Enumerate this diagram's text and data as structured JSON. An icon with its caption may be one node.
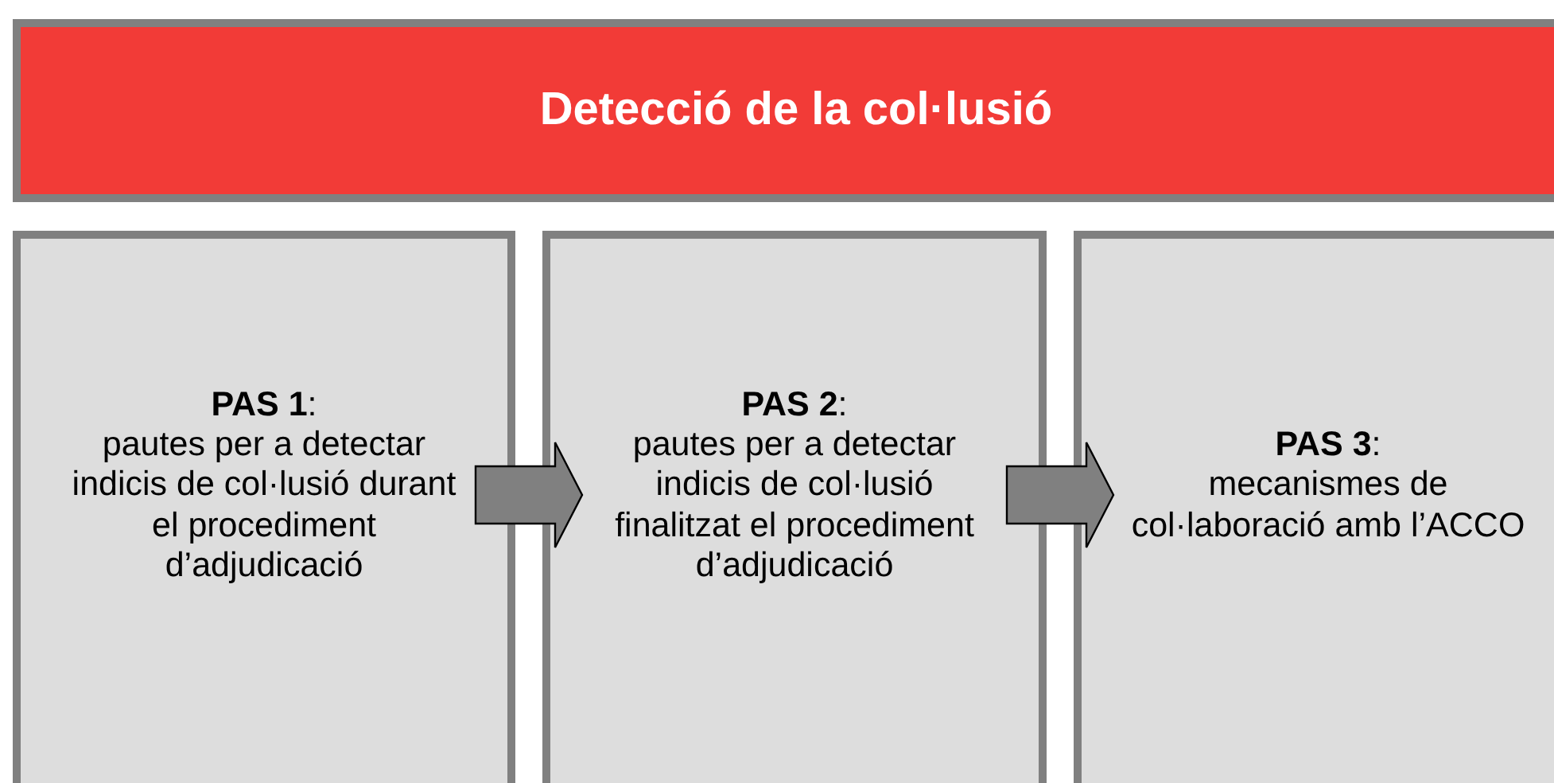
{
  "diagram": {
    "nodes": [
      {
        "text": [
          "Detecció de la col·lusió"
        ]
      },
      {
        "text": [
          "**PAS 1**:",
          "pautes per a detectar indicis de col·lusió durant el procediment d’adjudicació"
        ]
      },
      {
        "text": [
          "**PAS 2**:",
          "pautes per a detectar indicis de col·lusió finalitzat el procediment d’adjudicació"
        ]
      },
      {
        "text": [
          "**PAS 3**:",
          "mecanismes de col·laboració amb l’ACCO"
        ]
      }
    ],
    "edges": [
      {
        "from": 1,
        "to": 2,
        "arrow": "to"
      },
      {
        "from": 2,
        "to": 3,
        "arrow": "to"
      }
    ]
  }
}
